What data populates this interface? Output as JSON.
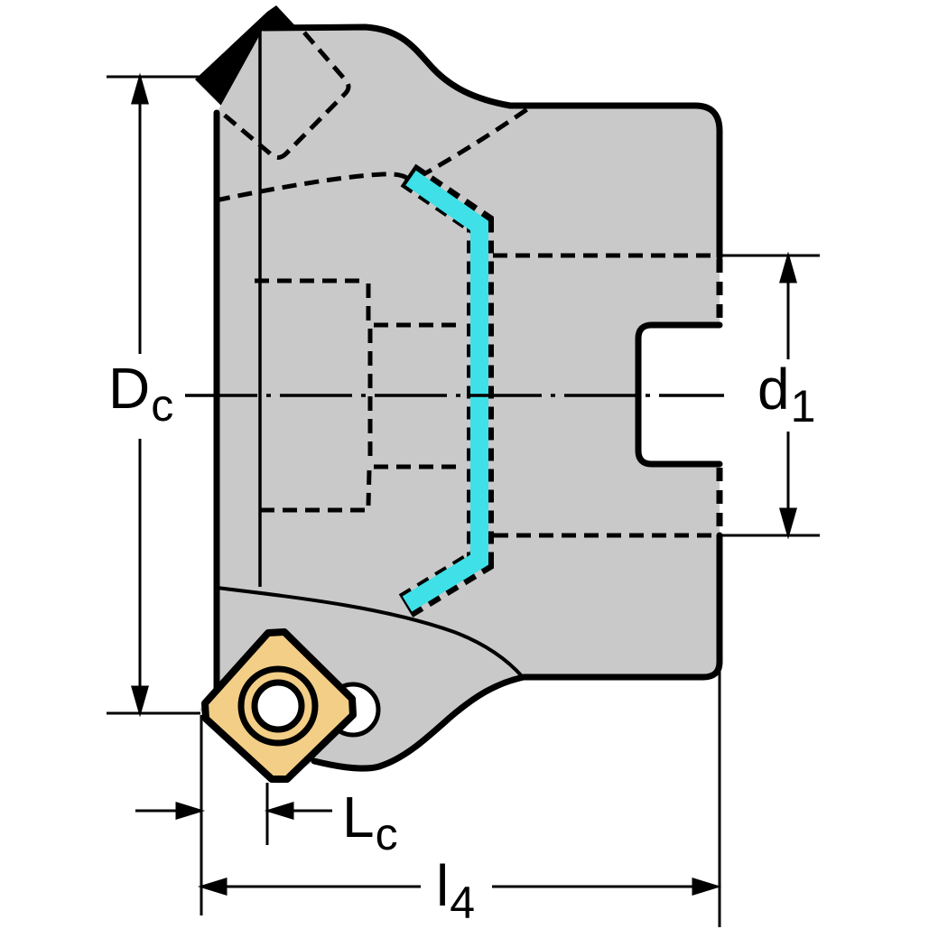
{
  "figure": {
    "type": "technical-drawing",
    "subject": "face-milling-cutter-side-view"
  },
  "labels": {
    "dc": {
      "main": "D",
      "sub": "c"
    },
    "d1": {
      "main": "d",
      "sub": "1"
    },
    "lc": {
      "main": "L",
      "sub": "c"
    },
    "l4": {
      "main": "l",
      "sub": "4"
    }
  },
  "colors": {
    "background": "#ffffff",
    "body_fill": "#c9c9c9",
    "outline": "#000000",
    "insert_fill": "#f3ce86",
    "highlight": "#3fe0e8",
    "hole_fill": "#ffffff"
  }
}
